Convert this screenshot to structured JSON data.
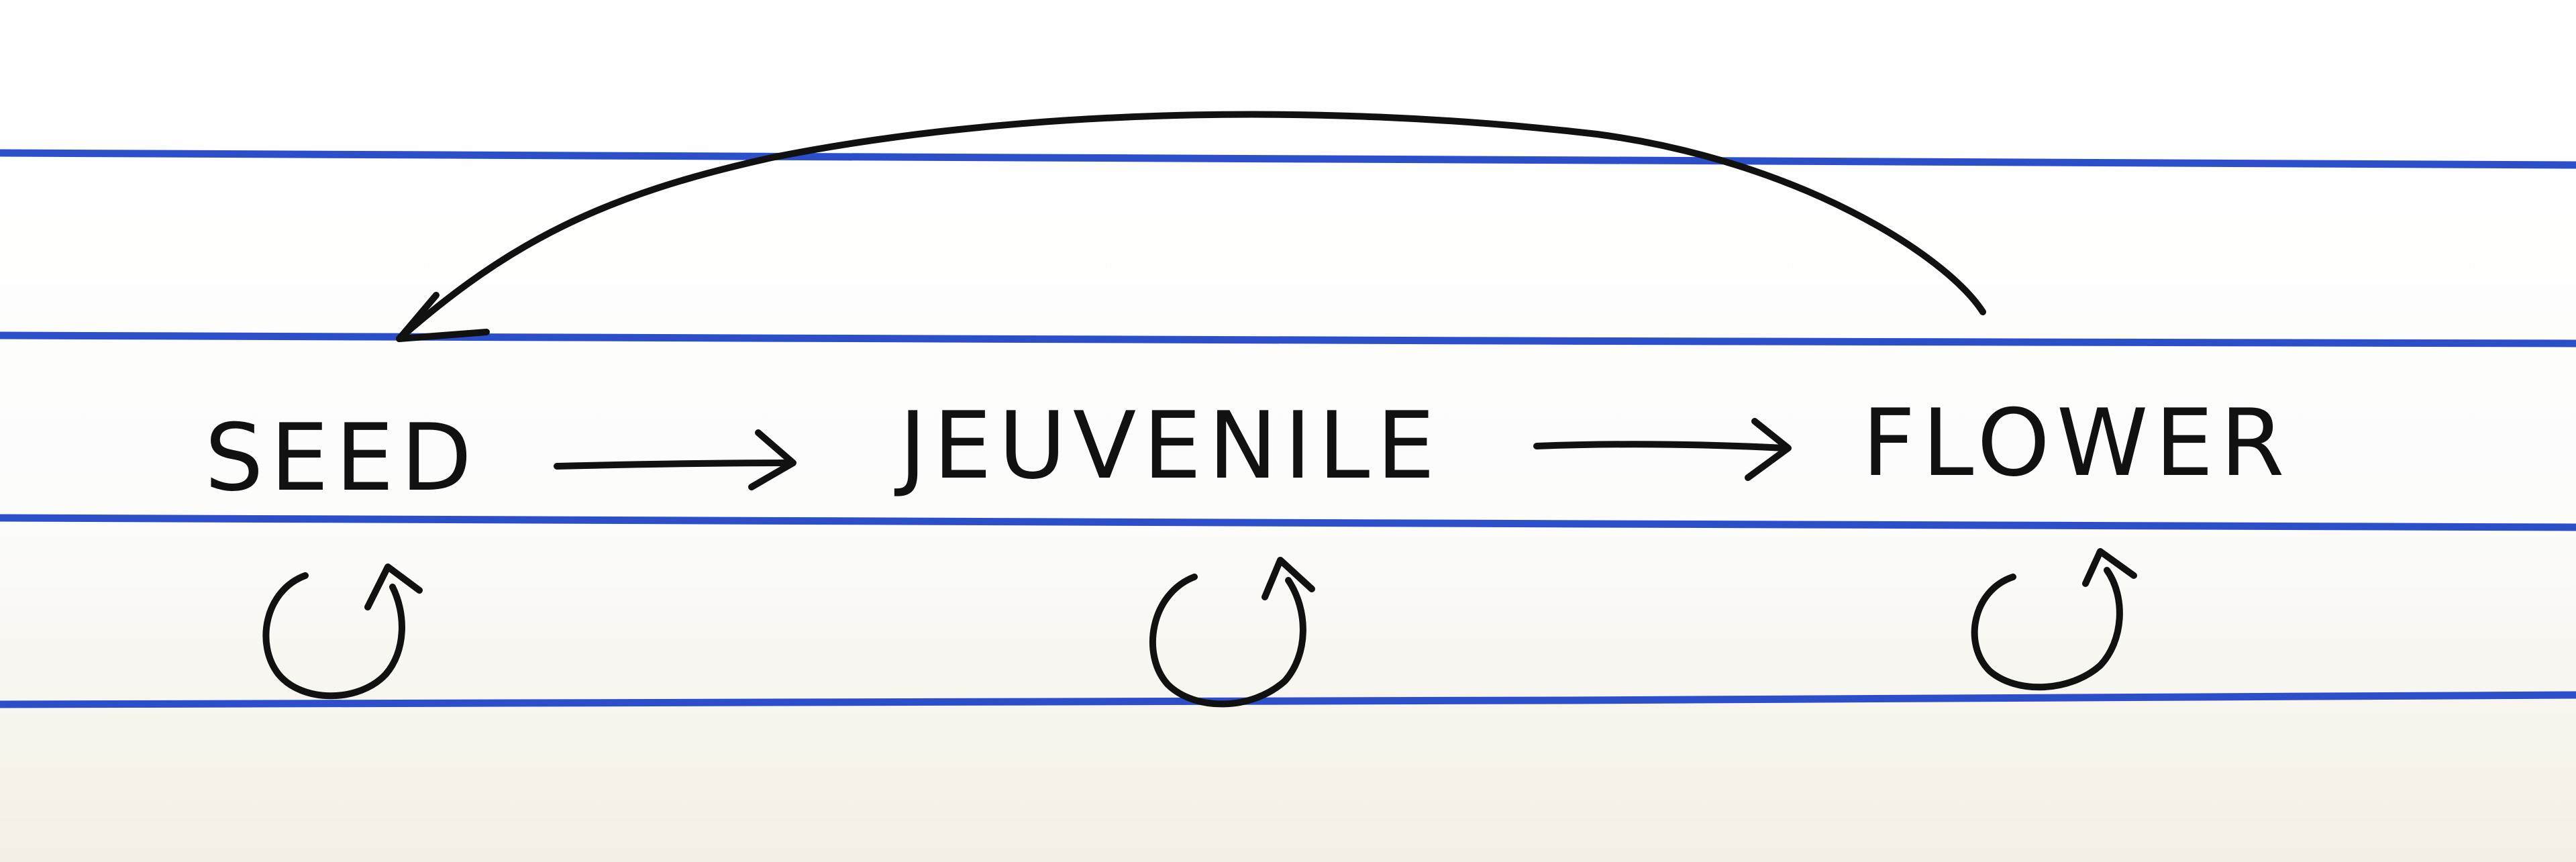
{
  "diagram": {
    "kind": "life-cycle flow",
    "nodes": [
      {
        "id": "seed",
        "label": "SEED",
        "self_loop": true
      },
      {
        "id": "jeuvenile",
        "label": "JEUVENILE",
        "self_loop": true
      },
      {
        "id": "flower",
        "label": "FLOWER",
        "self_loop": true
      }
    ],
    "edges": [
      {
        "from": "seed",
        "to": "jeuvenile"
      },
      {
        "from": "jeuvenile",
        "to": "flower"
      },
      {
        "from": "flower",
        "to": "seed",
        "curved": true
      }
    ],
    "colors": {
      "ink": "#111111",
      "ruled_line": "#1a3fc4",
      "paper": "#ffffff"
    }
  }
}
